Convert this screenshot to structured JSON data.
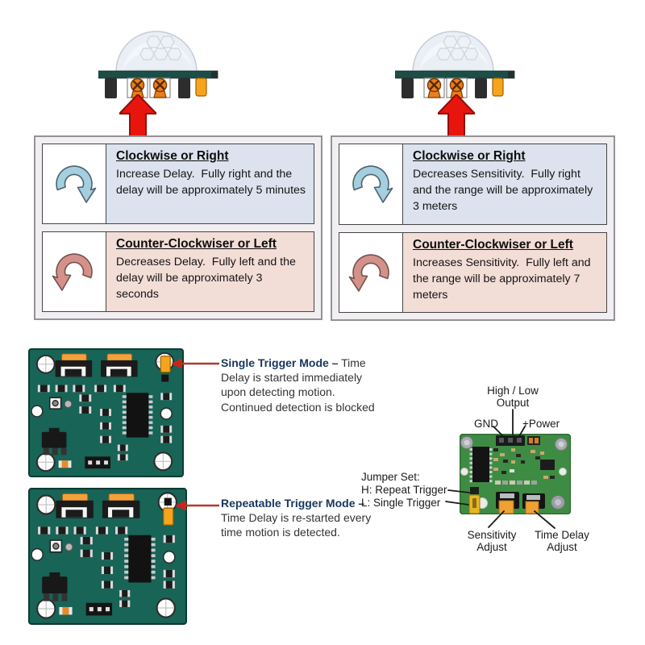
{
  "colors": {
    "red_arrow": "#e8150e",
    "blue_curved_arrow": "#a3cfdf",
    "pink_curved_arrow": "#d4918a",
    "panel_blue_bg": "#dce3ee",
    "panel_pink_bg": "#f3ddd7",
    "annotation_title_navy": "#17365d",
    "illustrated_pcb_teal": "#186457",
    "photo_pcb_green": "#3e8c43",
    "pot_orange": "#f0a231",
    "jumper_yellow": "#e7b723"
  },
  "adjustment_panels": [
    {
      "name": "time-delay-adjustment",
      "rows": [
        {
          "title": "Clockwise or Right",
          "body": "Increase Delay.  Fully right and the delay will be approximately 5 minutes"
        },
        {
          "title": "Counter-Clockwiser or Left",
          "body": "Decreases Delay.  Fully left and the delay will be approximately 3 seconds"
        }
      ]
    },
    {
      "name": "sensitivity-adjustment",
      "rows": [
        {
          "title": "Clockwise or Right",
          "body": "Decreases Sensitivity.  Fully right and the range will be approximately 3 meters"
        },
        {
          "title": "Counter-Clockwiser or Left",
          "body": "Increases Sensitivity.  Fully left and the range will be approximately 7 meters"
        }
      ]
    }
  ],
  "trigger_annotations": [
    {
      "title": "Single Trigger Mode –",
      "body": " Time Delay is started immediately upon detecting motion. Continued detection is blocked"
    },
    {
      "title": "Repeatable Trigger Mode –",
      "body": " Time Delay is re-started every time motion is detected."
    }
  ],
  "pinout_labels": {
    "output": "High / Low\nOutput",
    "gnd": "GND",
    "power": "+Power",
    "jumper": "Jumper Set:\nH: Repeat Trigger\nL: Single Trigger",
    "sensitivity": "Sensitivity\nAdjust",
    "time_delay": "Time Delay\nAdjust"
  }
}
